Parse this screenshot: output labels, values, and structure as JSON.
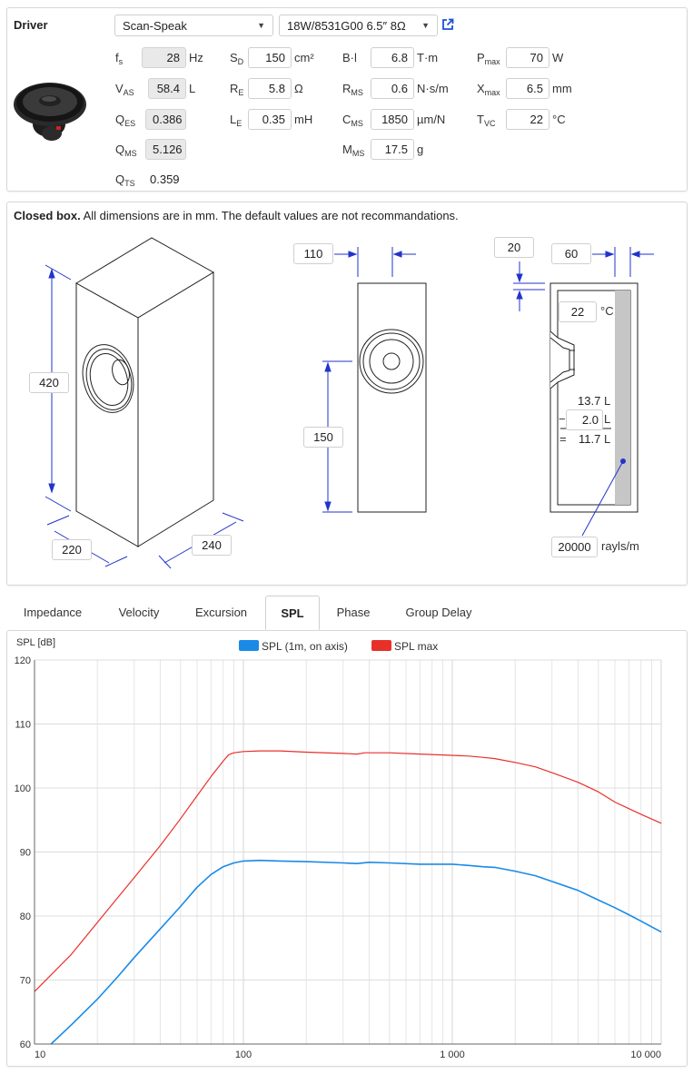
{
  "driver": {
    "section_label": "Driver",
    "brand": "Scan-Speak",
    "model": "18W/8531G00  6.5″ 8Ω",
    "external_link_icon": "external-link-icon",
    "params": {
      "fs": {
        "sym": "f",
        "sub": "s",
        "value": "28",
        "unit": "Hz"
      },
      "vas": {
        "sym": "V",
        "sub": "AS",
        "value": "58.4",
        "unit": "L"
      },
      "qes": {
        "sym": "Q",
        "sub": "ES",
        "value": "0.386",
        "unit": ""
      },
      "qms": {
        "sym": "Q",
        "sub": "MS",
        "value": "5.126",
        "unit": ""
      },
      "qts": {
        "sym": "Q",
        "sub": "TS",
        "value": "0.359",
        "unit": ""
      },
      "sd": {
        "sym": "S",
        "sub": "D",
        "value": "150",
        "unit": "cm²"
      },
      "re": {
        "sym": "R",
        "sub": "E",
        "value": "5.8",
        "unit": "Ω"
      },
      "le": {
        "sym": "L",
        "sub": "E",
        "value": "0.35",
        "unit": "mH"
      },
      "bl": {
        "sym": "B·l",
        "sub": "",
        "value": "6.8",
        "unit": "T·m"
      },
      "rms": {
        "sym": "R",
        "sub": "MS",
        "value": "0.6",
        "unit": "N·s/m"
      },
      "cms": {
        "sym": "C",
        "sub": "MS",
        "value": "1850",
        "unit": "µm/N"
      },
      "mms": {
        "sym": "M",
        "sub": "MS",
        "value": "17.5",
        "unit": "g"
      },
      "pmax": {
        "sym": "P",
        "sub": "max",
        "value": "70",
        "unit": "W"
      },
      "xmax": {
        "sym": "X",
        "sub": "max",
        "value": "6.5",
        "unit": "mm"
      },
      "tvc": {
        "sym": "T",
        "sub": "VC",
        "value": "22",
        "unit": "°C"
      }
    }
  },
  "box": {
    "title_bold": "Closed box.",
    "title_rest": " All dimensions are in mm. The default values are not recommandations.",
    "height": "420",
    "width": "220",
    "depth": "240",
    "baffle_width_gap": "110",
    "driver_height": "150",
    "wall_thickness": "20",
    "damping_thickness": "60",
    "temperature": "22",
    "temperature_unit": "°C",
    "volume_gross": "13.7",
    "volume_minus_label": "−",
    "volume_driver": "2.0",
    "volume_eq_label": "=",
    "volume_net": "11.7",
    "volume_unit": "L",
    "flow_resistivity": "20000",
    "flow_resistivity_unit": "rayls/m"
  },
  "tabs": [
    "Impedance",
    "Velocity",
    "Excursion",
    "SPL",
    "Phase",
    "Group Delay"
  ],
  "active_tab": "SPL",
  "chart_data": {
    "type": "line",
    "title": "",
    "ylabel": "SPL [dB]",
    "xlabel": "",
    "xscale": "log",
    "xlim": [
      10,
      10000
    ],
    "ylim": [
      60,
      120
    ],
    "yticks": [
      60,
      70,
      80,
      90,
      100,
      110,
      120
    ],
    "xticks": [
      10,
      100,
      1000,
      10000
    ],
    "xtick_labels": [
      "10",
      "100",
      "1 000",
      "10 000"
    ],
    "grid": true,
    "legend_position": "top",
    "series": [
      {
        "name": "SPL (1m, on axis)",
        "color": "#1a8ae6",
        "x": [
          12,
          15,
          20,
          25,
          30,
          40,
          50,
          60,
          70,
          80,
          90,
          100,
          120,
          150,
          200,
          300,
          350,
          400,
          500,
          700,
          1000,
          1200,
          1400,
          1600,
          2000,
          2500,
          3000,
          4000,
          5000,
          6000,
          7000,
          8000,
          10000
        ],
        "y": [
          60,
          63,
          67,
          70.5,
          73.5,
          78,
          81.5,
          84.5,
          86.5,
          87.7,
          88.3,
          88.6,
          88.7,
          88.6,
          88.5,
          88.3,
          88.2,
          88.4,
          88.3,
          88.1,
          88.1,
          87.9,
          87.7,
          87.6,
          87,
          86.3,
          85.4,
          84,
          82.5,
          81.3,
          80.2,
          79.2,
          77.5
        ]
      },
      {
        "name": "SPL max",
        "color": "#e8302a",
        "x": [
          10,
          15,
          20,
          30,
          40,
          50,
          60,
          70,
          80,
          85,
          90,
          100,
          120,
          150,
          200,
          300,
          350,
          380,
          400,
          500,
          700,
          1000,
          1200,
          1400,
          1600,
          2000,
          2500,
          3000,
          4000,
          5000,
          6000,
          8000,
          10000
        ],
        "y": [
          68.2,
          74,
          79,
          86,
          91,
          95.2,
          98.8,
          101.8,
          104.2,
          105.2,
          105.5,
          105.7,
          105.8,
          105.8,
          105.6,
          105.4,
          105.3,
          105.5,
          105.5,
          105.5,
          105.3,
          105.1,
          105,
          104.8,
          104.6,
          104,
          103.3,
          102.4,
          100.9,
          99.4,
          97.8,
          95.9,
          94.5
        ]
      }
    ]
  }
}
